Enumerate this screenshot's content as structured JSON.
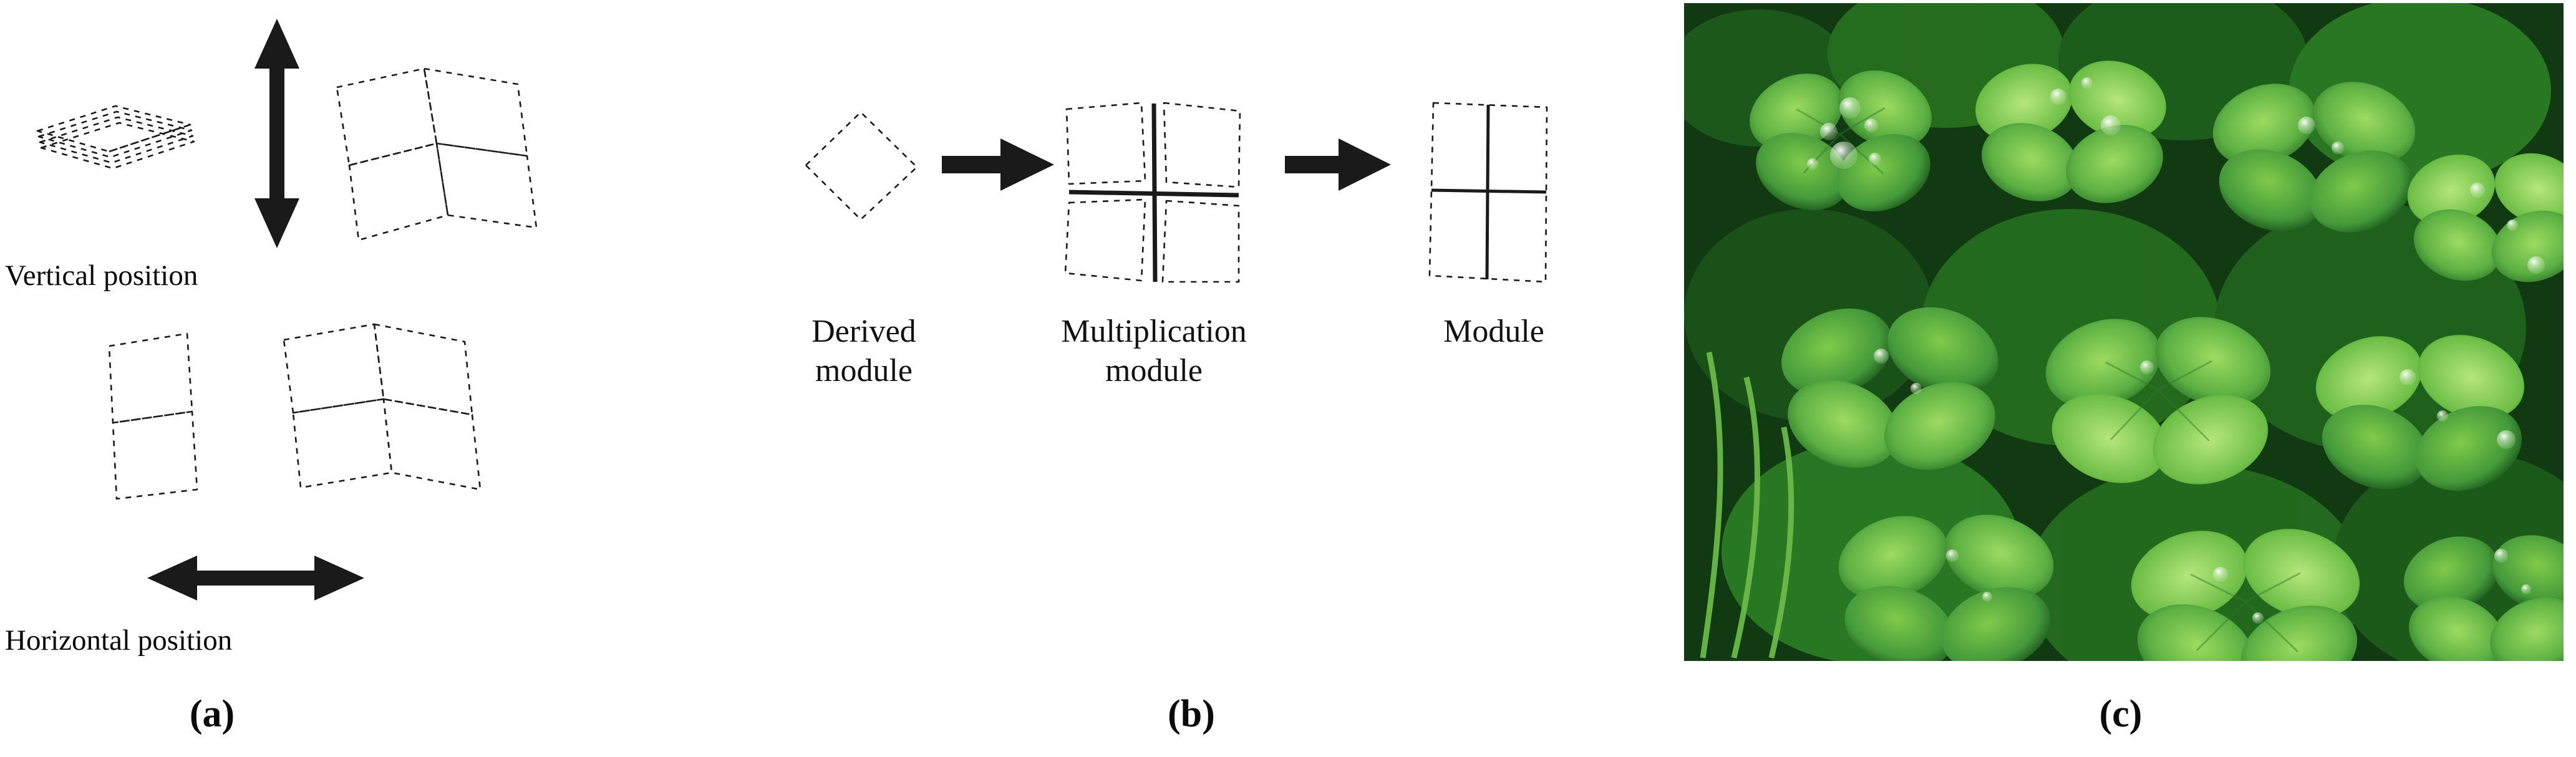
{
  "figure": {
    "panels": [
      {
        "id": "a",
        "label": "(a)",
        "captions": [
          {
            "name": "vertical-position-label",
            "text": "Vertical position"
          },
          {
            "name": "horizontal-position-label",
            "text": "Horizontal position"
          }
        ],
        "elements": [
          {
            "name": "flat-module-outline",
            "kind": "dashed-quad"
          },
          {
            "name": "vertical-double-arrow",
            "kind": "arrow"
          },
          {
            "name": "vertical-folded-assembly",
            "kind": "dashed-quad-group"
          },
          {
            "name": "vertical-panel-pair",
            "kind": "dashed-quad-group"
          },
          {
            "name": "horizontal-double-arrow",
            "kind": "arrow"
          },
          {
            "name": "horizontal-folded-assembly",
            "kind": "dashed-quad-group"
          }
        ]
      },
      {
        "id": "b",
        "label": "(b)",
        "captions": [
          {
            "name": "derived-module-label",
            "line1": "Derived",
            "line2": "module"
          },
          {
            "name": "multiplication-module-label",
            "line1": "Multiplication",
            "line2": "module"
          },
          {
            "name": "module-label",
            "line1": "Module",
            "line2": ""
          }
        ],
        "elements": [
          {
            "name": "derived-module-shape",
            "kind": "dashed-diamond"
          },
          {
            "name": "arrow-right-1",
            "kind": "arrow"
          },
          {
            "name": "multiplication-module-shape",
            "kind": "dashed-quad-4cell"
          },
          {
            "name": "arrow-right-2",
            "kind": "arrow"
          },
          {
            "name": "module-shape",
            "kind": "dashed-quad-cross"
          }
        ]
      },
      {
        "id": "c",
        "label": "(c)",
        "captions": [],
        "elements": [
          {
            "name": "clover-leaves-photo",
            "kind": "photograph"
          }
        ]
      }
    ],
    "colors": {
      "stroke": "#1a1a1a",
      "arrow": "#1a1a1a",
      "text": "#0a0a0a",
      "background": "#ffffff",
      "photo_dark_green": "#0b2a0c",
      "photo_mid_green": "#3f9a33",
      "photo_light_green": "#8fd14f"
    }
  }
}
